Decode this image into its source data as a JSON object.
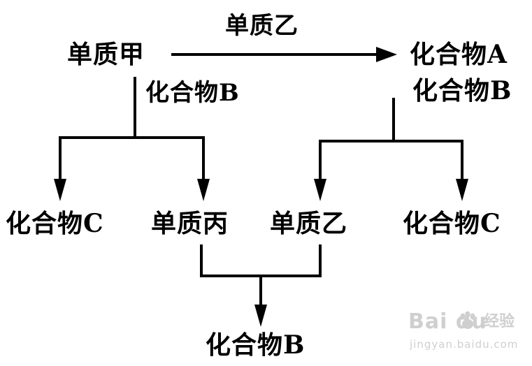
{
  "nodes": {
    "top_left": "单质甲",
    "top_right_a": "化合物A",
    "top_right_b": "化合物B",
    "bottom_c_left": "化合物C",
    "bottom_bing": "单质丙",
    "bottom_yi": "单质乙",
    "bottom_c_right": "化合物C",
    "final_b": "化合物B"
  },
  "edge_labels": {
    "top_arrow": "单质乙",
    "left_stem": "化合物B"
  },
  "watermark": {
    "brand": "Bai du",
    "cn": "经验",
    "url": "jingyan.baidu.com"
  },
  "colors": {
    "ink": "#000000",
    "watermark": "#cfcfcf"
  }
}
